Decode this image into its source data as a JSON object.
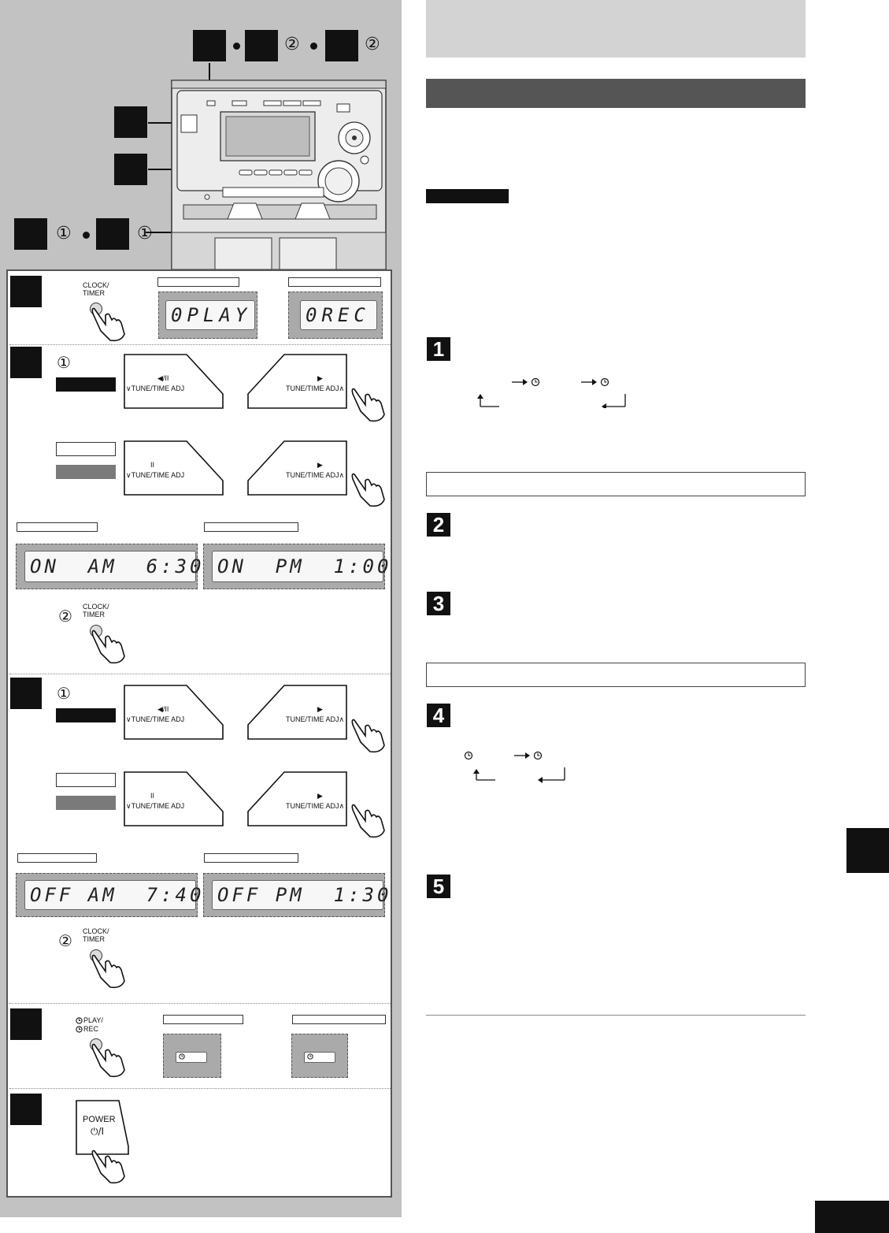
{
  "panel": {
    "circled_one": "①",
    "circled_two": "②"
  },
  "buttons": {
    "clock_timer": "CLOCK/\nTIMER",
    "clock_timer_l1": "CLOCK/",
    "clock_timer_l2": "TIMER",
    "tune_left_play": "◀/II",
    "tune_left_pause": "II",
    "tune_left_label": "∨TUNE/TIME ADJ",
    "tune_right_play": "▶",
    "tune_right_label": "TUNE/TIME ADJ∧",
    "play_rec_l1": "PLAY/",
    "play_rec_l2": "REC",
    "power_l1": "POWER",
    "power_l2": "⏻/I"
  },
  "displays": {
    "play_mode": "0PLAY",
    "rec_mode": "0REC",
    "on_am": "ON  AM  6:30",
    "on_pm": "ON  PM  1:00",
    "off_am": "OFF AM  7:40",
    "off_pm": "OFF PM  1:30"
  },
  "right": {
    "step_numbers": [
      "1",
      "2",
      "3",
      "4",
      "5"
    ]
  },
  "colors": {
    "panel_grey": "#c2c2c2",
    "header_grey": "#d3d3d3",
    "band_dark": "#555555",
    "black": "#111111"
  }
}
